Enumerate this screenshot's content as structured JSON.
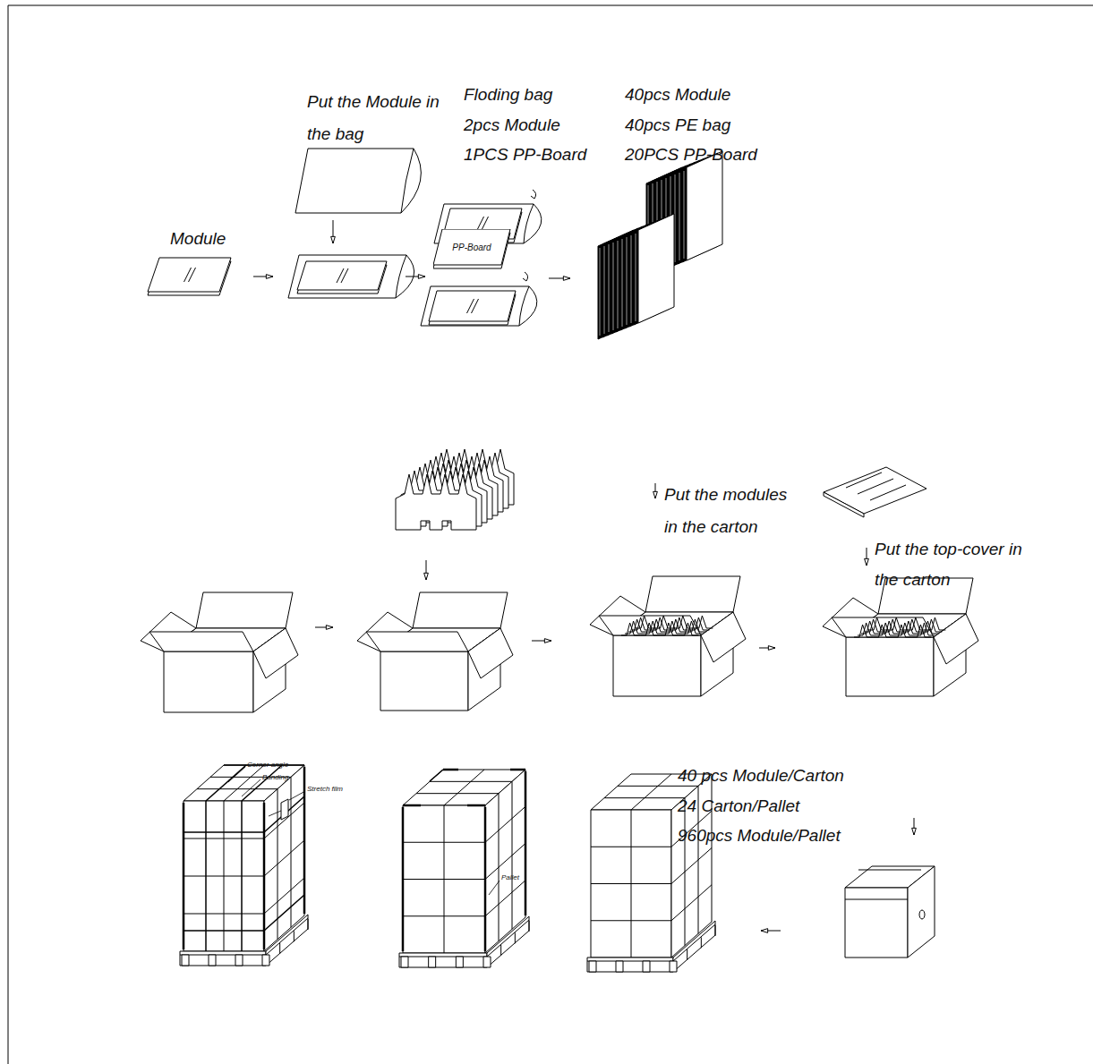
{
  "diagram": {
    "nodes": [
      {
        "text": [
          "PP-Board"
        ]
      }
    ],
    "labels": [
      "Put the Module in the bag",
      "Floding bag",
      "2pcs Module",
      "1PCS PP-Board",
      "40pcs Module",
      "40pcs PE bag",
      "20PCS PP-Board",
      "Module",
      "Put the modules in the carton",
      "Put the top-cover in the carton",
      "40 pcs Module/Carton",
      "24 Carton/Pallet",
      "960pcs Module/Pallet",
      "Corner angle",
      "Banding",
      "Stretch film",
      "Pallet"
    ]
  }
}
